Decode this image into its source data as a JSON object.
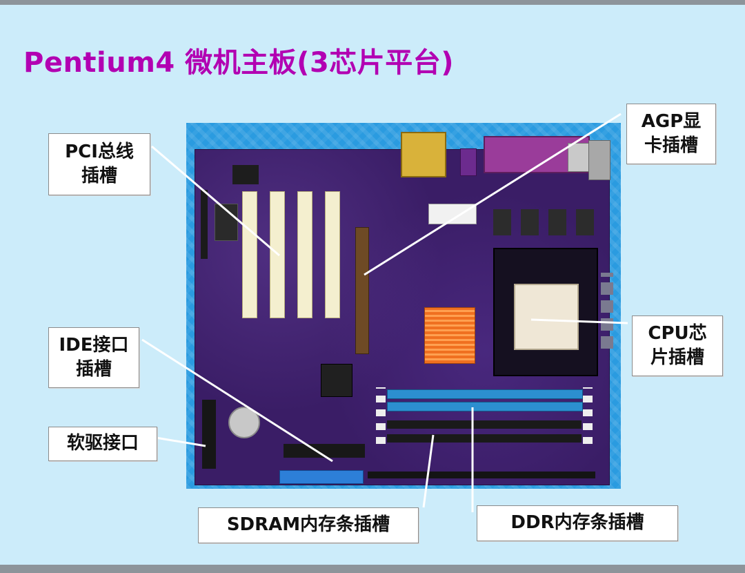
{
  "title": "Pentium4 微机主板(3芯片平台)",
  "labels": {
    "pci": [
      "PCI总线",
      "插槽"
    ],
    "agp": [
      "AGP显",
      "卡插槽"
    ],
    "ide": [
      "IDE接口",
      "插槽"
    ],
    "cpu": [
      "CPU芯",
      "片插槽"
    ],
    "floppy": "软驱接口",
    "sdram": "SDRAM内存条插槽",
    "ddr": "DDR内存条插槽"
  },
  "colors": {
    "title": "#b200b2",
    "background": "#ccecfa",
    "board": "#3a1d66"
  }
}
